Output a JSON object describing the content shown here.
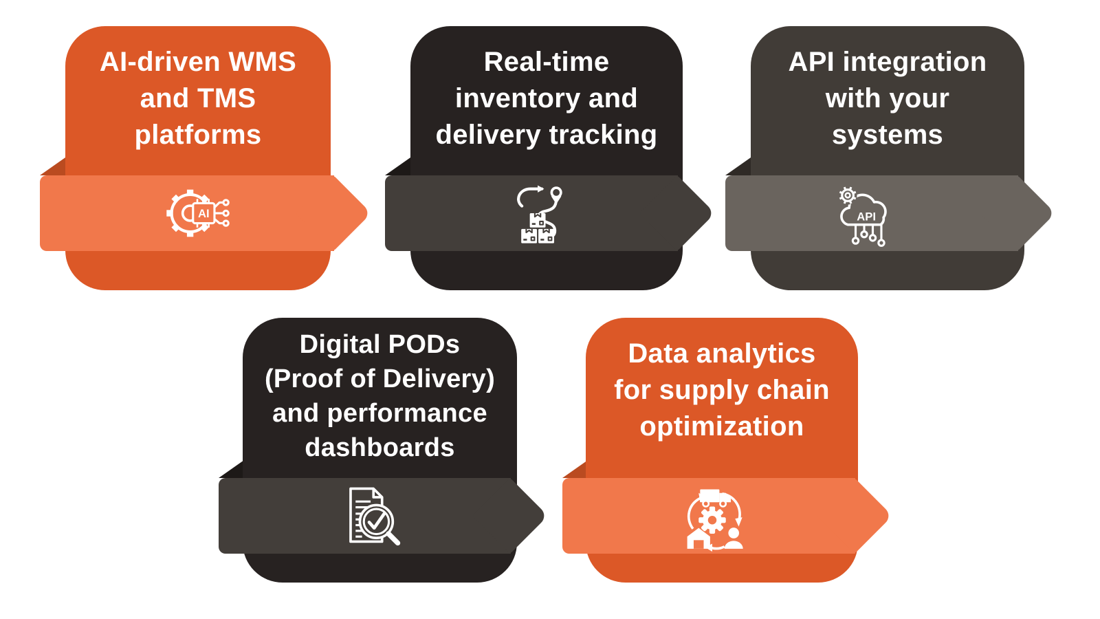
{
  "canvas": {
    "background": "#FFFFFF"
  },
  "cards": [
    {
      "id": "ai-wms-tms",
      "title": "AI-driven WMS\nand TMS\nplatforms",
      "icon": "ai-chip-gear-icon",
      "colors": {
        "card": "#DC5827",
        "banner": "#F1784B",
        "fold": "#BA4B20",
        "text": "#FFFFFF"
      }
    },
    {
      "id": "realtime-tracking",
      "title": "Real-time\ninventory and\ndelivery tracking",
      "icon": "inventory-route-icon",
      "colors": {
        "card": "#272221",
        "banner": "#433E3A",
        "fold": "#1D1917",
        "text": "#FFFFFF"
      }
    },
    {
      "id": "api-integration",
      "title": "API integration\nwith your\nsystems",
      "icon": "api-cloud-icon",
      "colors": {
        "card": "#413C37",
        "banner": "#6A645E",
        "fold": "#2F2A26",
        "text": "#FFFFFF"
      }
    },
    {
      "id": "digital-pods",
      "title": "Digital PODs\n(Proof of Delivery)\nand performance\ndashboards",
      "icon": "document-check-magnifier-icon",
      "colors": {
        "card": "#272221",
        "banner": "#433E3A",
        "fold": "#1D1917",
        "text": "#FFFFFF"
      }
    },
    {
      "id": "data-analytics",
      "title": "Data analytics\nfor supply chain\noptimization",
      "icon": "supply-chain-cycle-icon",
      "colors": {
        "card": "#DC5827",
        "banner": "#F1784B",
        "fold": "#BA4B20",
        "text": "#FFFFFF"
      }
    }
  ]
}
